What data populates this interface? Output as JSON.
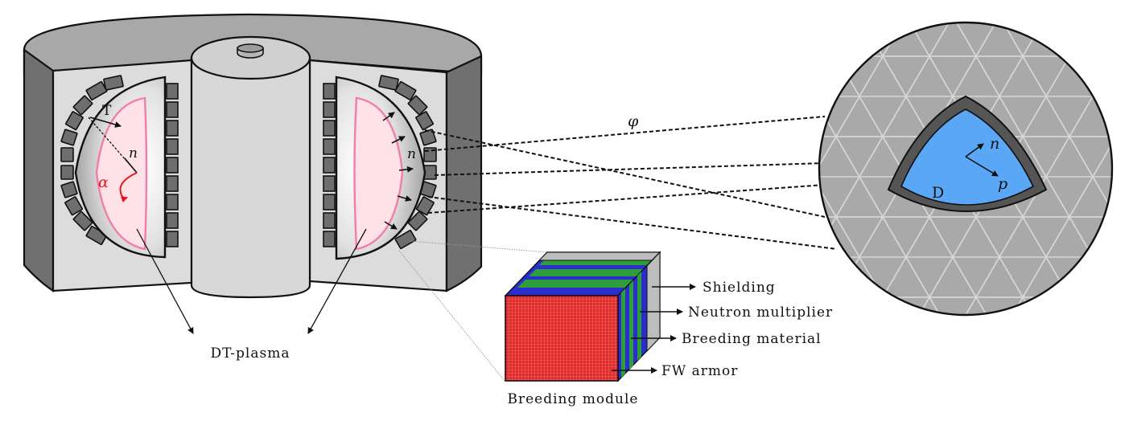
{
  "labels": {
    "dt_plasma": "DT-plasma",
    "breeding_module": "Breeding module",
    "shielding": "Shielding",
    "neutron_multiplier": "Neutron multiplier",
    "breeding_material": "Breeding material",
    "fw_armor": "FW armor",
    "tritium": "T",
    "neutron_left": "n",
    "neutron_right": "n",
    "alpha": "α",
    "phi": "φ",
    "deuteron": "D",
    "neutron_zoom": "n",
    "proton_zoom": "p"
  },
  "colors": {
    "vessel_dark": "#6e6e6e",
    "vessel_mid": "#a6a6a6",
    "vessel_light": "#dcdcdc",
    "plasma_fill": "#ffe1e8",
    "plasma_edge": "#f07fa7",
    "alpha": "#e8141b",
    "fw_armor": "#e02b2b",
    "breeder_green": "#2e9e3b",
    "multiplier_blue": "#2b2ecf",
    "grain_blue": "#5aa8f5"
  }
}
